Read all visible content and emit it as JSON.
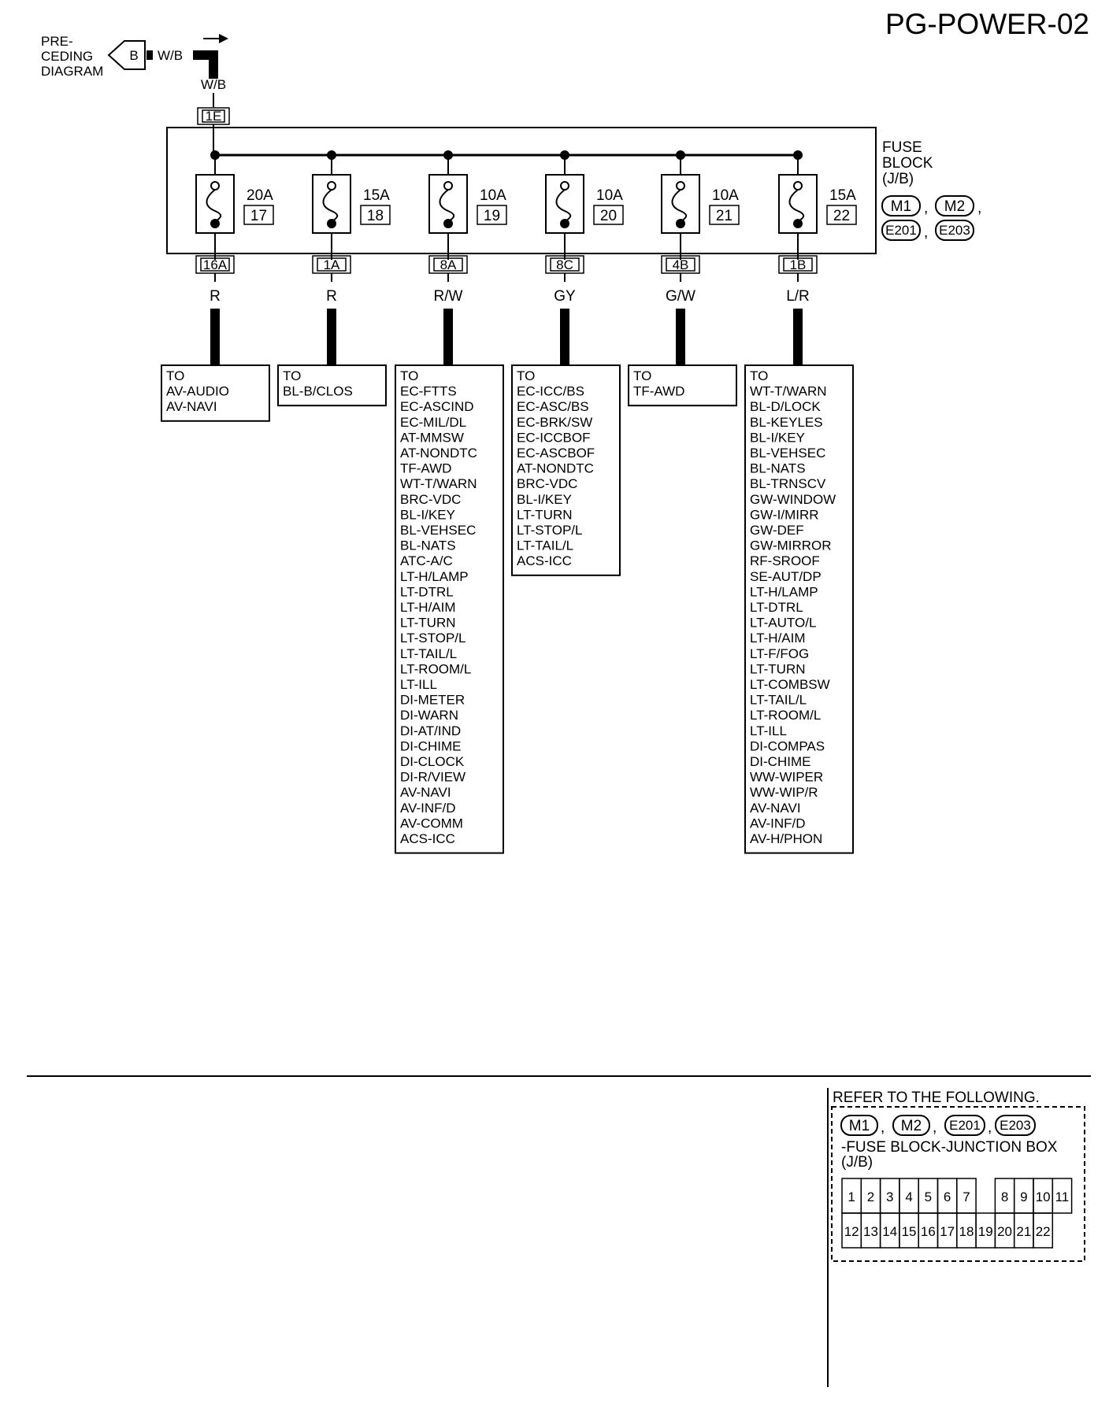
{
  "title": "PG-POWER-02",
  "preceding": {
    "lines": [
      "PRE-",
      "CEDING",
      "DIAGRAM"
    ],
    "connector": "B",
    "wire_color": "W/B",
    "wire_color_down": "W/B",
    "input_terminal": "1E"
  },
  "fuse_block": {
    "label_lines": [
      "FUSE",
      "BLOCK",
      "(J/B)"
    ],
    "connectors": [
      "M1",
      "M2",
      "E201",
      "E203"
    ],
    "sep": ","
  },
  "fuses": [
    {
      "amp": "20A",
      "number": "17",
      "terminal": "16A",
      "wire": "R",
      "destinations": [
        "TO",
        "AV-AUDIO",
        "AV-NAVI"
      ]
    },
    {
      "amp": "15A",
      "number": "18",
      "terminal": "1A",
      "wire": "R",
      "destinations": [
        "TO",
        "BL-B/CLOS"
      ]
    },
    {
      "amp": "10A",
      "number": "19",
      "terminal": "8A",
      "wire": "R/W",
      "destinations": [
        "TO",
        "EC-FTTS",
        "EC-ASCIND",
        "EC-MIL/DL",
        "AT-MMSW",
        "AT-NONDTC",
        "TF-AWD",
        "WT-T/WARN",
        "BRC-VDC",
        "BL-I/KEY",
        "BL-VEHSEC",
        "BL-NATS",
        "ATC-A/C",
        "LT-H/LAMP",
        "LT-DTRL",
        "LT-H/AIM",
        "LT-TURN",
        "LT-STOP/L",
        "LT-TAIL/L",
        "LT-ROOM/L",
        "LT-ILL",
        "DI-METER",
        "DI-WARN",
        "DI-AT/IND",
        "DI-CHIME",
        "DI-CLOCK",
        "DI-R/VIEW",
        "AV-NAVI",
        "AV-INF/D",
        "AV-COMM",
        "ACS-ICC"
      ]
    },
    {
      "amp": "10A",
      "number": "20",
      "terminal": "8C",
      "wire": "GY",
      "destinations": [
        "TO",
        "EC-ICC/BS",
        "EC-ASC/BS",
        "EC-BRK/SW",
        "EC-ICCBOF",
        "EC-ASCBOF",
        "AT-NONDTC",
        "BRC-VDC",
        "BL-I/KEY",
        "LT-TURN",
        "LT-STOP/L",
        "LT-TAIL/L",
        "ACS-ICC"
      ]
    },
    {
      "amp": "10A",
      "number": "21",
      "terminal": "4B",
      "wire": "G/W",
      "destinations": [
        "TO",
        "TF-AWD"
      ]
    },
    {
      "amp": "15A",
      "number": "22",
      "terminal": "1B",
      "wire": "L/R",
      "destinations": [
        "TO",
        "WT-T/WARN",
        "BL-D/LOCK",
        "BL-KEYLES",
        "BL-I/KEY",
        "BL-VEHSEC",
        "BL-NATS",
        "BL-TRNSCV",
        "GW-WINDOW",
        "GW-I/MIRR",
        "GW-DEF",
        "GW-MIRROR",
        "RF-SROOF",
        "SE-AUT/DP",
        "LT-H/LAMP",
        "LT-DTRL",
        "LT-AUTO/L",
        "LT-H/AIM",
        "LT-F/FOG",
        "LT-TURN",
        "LT-COMBSW",
        "LT-TAIL/L",
        "LT-ROOM/L",
        "LT-ILL",
        "DI-COMPAS",
        "DI-CHIME",
        "WW-WIPER",
        "WW-WIP/R",
        "AV-NAVI",
        "AV-INF/D",
        "AV-H/PHON"
      ]
    }
  ],
  "refer": {
    "heading": "REFER TO THE FOLLOWING.",
    "connectors": [
      "M1",
      "M2",
      "E201",
      "E203"
    ],
    "desc_lines": [
      "-FUSE BLOCK-JUNCTION BOX",
      "(J/B)"
    ],
    "row1": [
      "1",
      "2",
      "3",
      "4",
      "5",
      "6",
      "7",
      "",
      "8",
      "9",
      "10",
      "11"
    ],
    "row2": [
      "12",
      "13",
      "14",
      "15",
      "16",
      "17",
      "18",
      "19",
      "20",
      "21",
      "22"
    ]
  }
}
